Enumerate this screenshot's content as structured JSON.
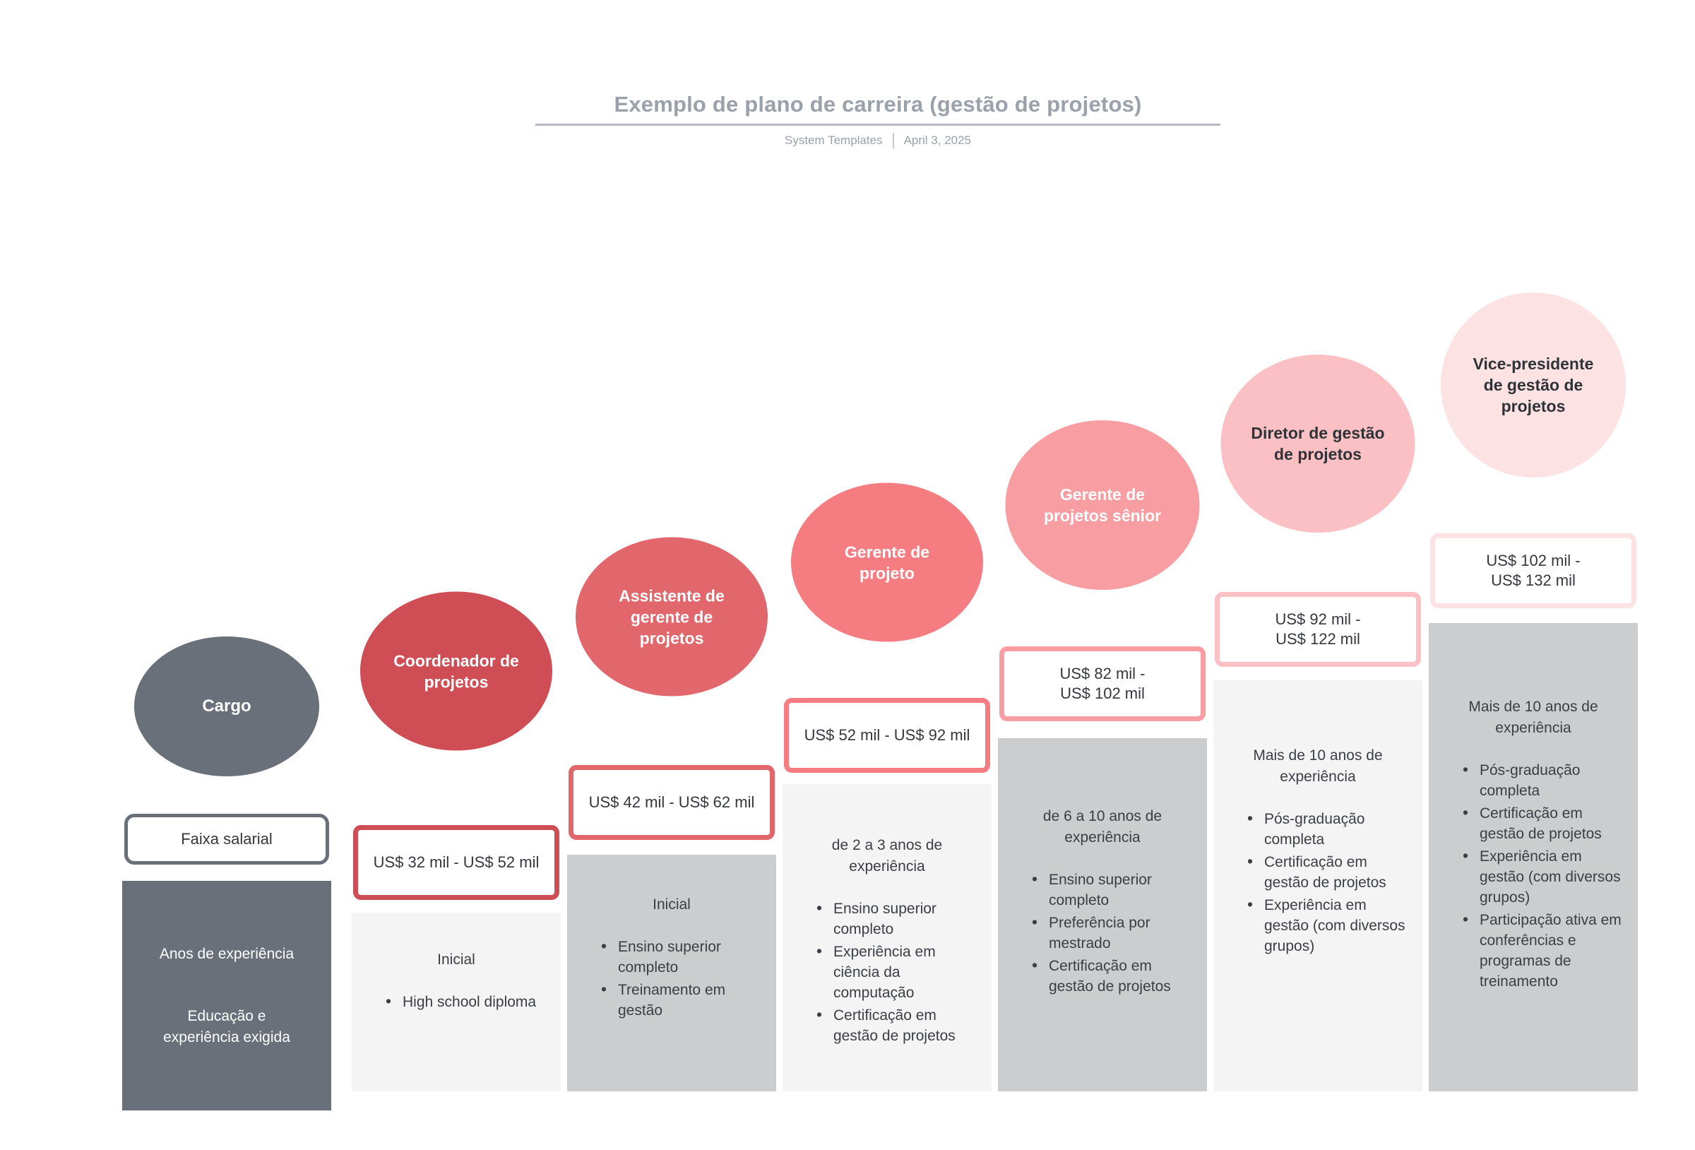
{
  "page": {
    "title": "Exemplo de plano de carreira (gestão de projetos)",
    "source": "System Templates",
    "date": "April 3, 2025"
  },
  "legend": {
    "role_label": "Cargo",
    "salary_label": "Faixa salarial",
    "experience_label": "Anos de experiência",
    "education_label": "Educação e\nexperiência exigida",
    "key_color": "#697079"
  },
  "levels": [
    {
      "role": "Coordenador de\nprojetos",
      "circle_color": "#cf4e55",
      "role_text_color": "#ffffff",
      "column_bg": "#f4f4f5",
      "salary": "US$ 32 mil - US$ 52 mil",
      "experience": "Inicial",
      "bullets": [
        "High school diploma"
      ]
    },
    {
      "role": "Assistente de\ngerente de\nprojetos",
      "circle_color": "#e2676d",
      "role_text_color": "#ffffff",
      "column_bg": "#cbcdcf",
      "salary": "US$ 42 mil - US$ 62 mil",
      "experience": "Inicial",
      "bullets": [
        "Ensino superior completo",
        "Treinamento em gestão"
      ]
    },
    {
      "role": "Gerente de\nprojeto",
      "circle_color": "#f57d82",
      "role_text_color": "#ffffff",
      "column_bg": "#f4f4f5",
      "salary": "US$ 52 mil - US$ 92 mil",
      "experience": "de 2 a 3 anos de\nexperiência",
      "bullets": [
        "Ensino superior completo",
        "Experiência em ciência da computação",
        "Certificação em gestão de projetos"
      ]
    },
    {
      "role": "Gerente de\nprojetos sênior",
      "circle_color": "#f89da1",
      "role_text_color": "#ffffff",
      "column_bg": "#cbcdcf",
      "salary": "US$ 82 mil -\nUS$ 102 mil",
      "experience": "de 6 a 10 anos de\nexperiência",
      "bullets": [
        "Ensino superior completo",
        "Preferência por mestrado",
        "Certificação em gestão de projetos"
      ]
    },
    {
      "role": "Diretor de gestão\nde projetos",
      "circle_color": "#fbc0c4",
      "role_text_color": "#2f3338",
      "column_bg": "#f4f4f5",
      "salary": "US$ 92 mil -\nUS$ 122 mil",
      "experience": "Mais de 10 anos de\nexperiência",
      "bullets": [
        "Pós-graduação completa",
        "Certificação em gestão de projetos",
        "Experiência em gestão (com diversos grupos)"
      ]
    },
    {
      "role": "Vice-presidente\nde gestão de\nprojetos",
      "circle_color": "#fde2e4",
      "role_text_color": "#2f3338",
      "column_bg": "#cbcdcf",
      "salary": "US$ 102 mil -\nUS$ 132 mil",
      "experience": "Mais de 10 anos de\nexperiência",
      "bullets": [
        "Pós-graduação completa",
        "Certificação em gestão de projetos",
        "Experiência em gestão (com diversos grupos)",
        "Participação ativa em conferências e programas de treinamento"
      ]
    }
  ]
}
